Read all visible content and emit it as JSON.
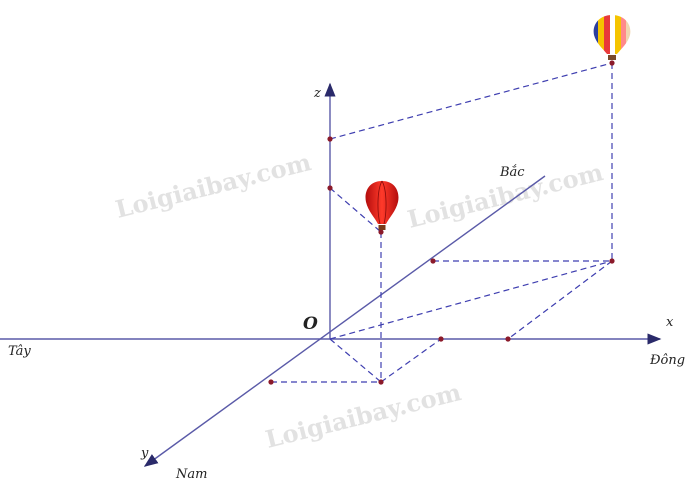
{
  "labels": {
    "origin": "O",
    "x_axis": "x",
    "y_axis": "y",
    "z_axis": "z",
    "west": "Tây",
    "east": "Đông",
    "north": "Bắc",
    "south": "Nam"
  },
  "watermarks": [
    "Loigiaibay.com",
    "Loigiaibay.com",
    "Loigiaibay.com"
  ],
  "colors": {
    "axis": "#5a5aa8",
    "dash": "#3f3fb0",
    "point": "#8b1a2a",
    "balloon_red": "#e01f1f",
    "watermark": "#d9d9d9"
  },
  "icons": {
    "balloon_1": "red-hot-air-balloon-icon",
    "balloon_2": "striped-hot-air-balloon-icon"
  }
}
